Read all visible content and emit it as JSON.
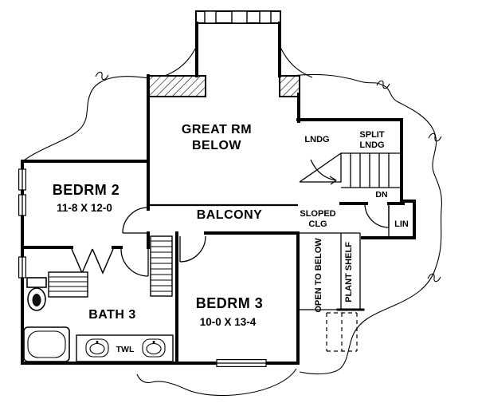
{
  "rooms": {
    "great_room": {
      "line1": "GREAT RM",
      "line2": "BELOW"
    },
    "bedroom2": {
      "name": "BEDRM 2",
      "dims": "11-8 X 12-0"
    },
    "balcony": {
      "name": "BALCONY"
    },
    "bedroom3": {
      "name": "BEDRM 3",
      "dims": "10-0 X 13-4"
    },
    "bath3": {
      "name": "BATH 3"
    }
  },
  "labels": {
    "landing": "LNDG",
    "split_landing_line1": "SPLIT",
    "split_landing_line2": "LNDG",
    "down": "DN",
    "linen": "LIN",
    "sloped_ceiling_line1": "SLOPED",
    "sloped_ceiling_line2": "CLG",
    "open_to_below": "OPEN TO BELOW",
    "plant_shelf": "PLANT SHELF",
    "towel": "TWL"
  },
  "colors": {
    "ink": "#000000",
    "paper": "#ffffff"
  }
}
